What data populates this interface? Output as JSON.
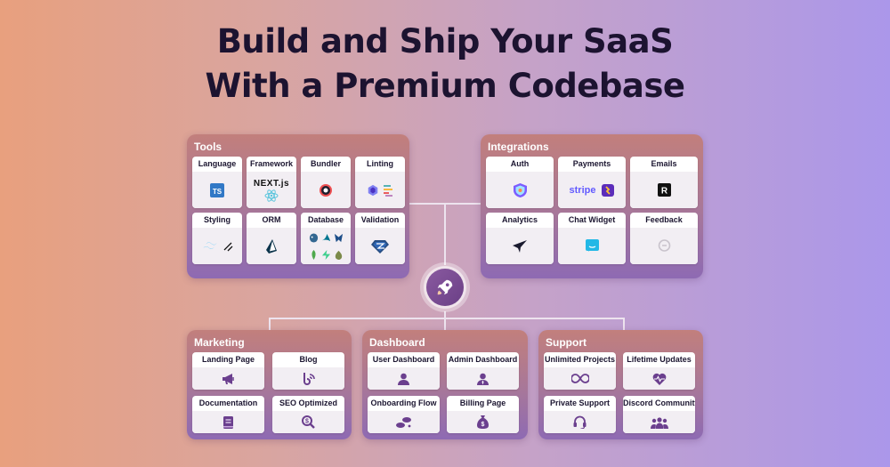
{
  "title": {
    "line1": "Build and Ship Your SaaS",
    "line2": "With a Premium Codebase"
  },
  "tools": {
    "title": "Tools",
    "cards": [
      {
        "label": "Language",
        "icon": "typescript-icon"
      },
      {
        "label": "Framework",
        "icon": "nextjs-react-icon",
        "logo_text": "NEXT.js"
      },
      {
        "label": "Bundler",
        "icon": "bundler-icon"
      },
      {
        "label": "Linting",
        "icon": "eslint-prettier-icon"
      },
      {
        "label": "Styling",
        "icon": "tailwind-shadcn-icon"
      },
      {
        "label": "ORM",
        "icon": "prisma-icon"
      },
      {
        "label": "Database",
        "icon": "databases-icon"
      },
      {
        "label": "Validation",
        "icon": "zod-icon"
      }
    ]
  },
  "integrations": {
    "title": "Integrations",
    "cards": [
      {
        "label": "Auth",
        "icon": "shield-icon"
      },
      {
        "label": "Payments",
        "icon": "stripe-icon",
        "logo_text": "stripe"
      },
      {
        "label": "Emails",
        "icon": "resend-icon"
      },
      {
        "label": "Analytics",
        "icon": "analytics-icon"
      },
      {
        "label": "Chat Widget",
        "icon": "chat-icon"
      },
      {
        "label": "Feedback",
        "icon": "feedback-icon"
      }
    ]
  },
  "marketing": {
    "title": "Marketing",
    "cards": [
      {
        "label": "Landing Page",
        "icon": "megaphone-icon"
      },
      {
        "label": "Blog",
        "icon": "blog-icon"
      },
      {
        "label": "Documentation",
        "icon": "book-icon"
      },
      {
        "label": "SEO Optimized",
        "icon": "seo-search-icon"
      }
    ]
  },
  "dashboard": {
    "title": "Dashboard",
    "cards": [
      {
        "label": "User Dashboard",
        "icon": "user-icon"
      },
      {
        "label": "Admin Dashboard",
        "icon": "admin-icon"
      },
      {
        "label": "Onboarding Flow",
        "icon": "onboarding-icon"
      },
      {
        "label": "Billing Page",
        "icon": "money-bag-icon"
      }
    ]
  },
  "support": {
    "title": "Support",
    "cards": [
      {
        "label": "Unlimited Projects",
        "icon": "infinity-icon"
      },
      {
        "label": "Lifetime Updates",
        "icon": "heartbeat-icon"
      },
      {
        "label": "Private Support",
        "icon": "headset-icon"
      },
      {
        "label": "Discord Community",
        "icon": "community-icon"
      }
    ]
  },
  "center": {
    "icon": "rocket-icon"
  },
  "colors": {
    "icon_purple": "#6b3f8e",
    "panel_top": "#c27f7c",
    "panel_bottom": "#8e6ab3"
  }
}
